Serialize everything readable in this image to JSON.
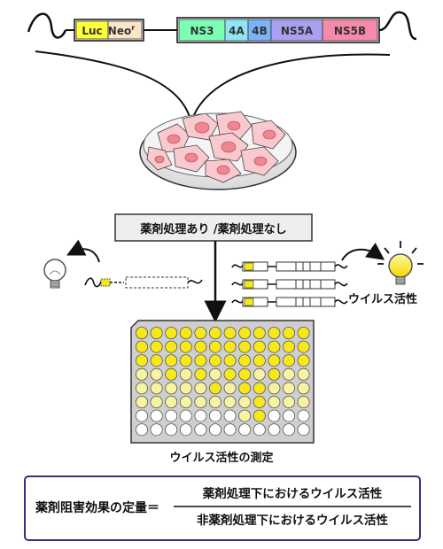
{
  "construct": {
    "segments": [
      {
        "label": "Luc",
        "sup": "",
        "color": "#ffff3a"
      },
      {
        "label": "Neo",
        "sup": "r",
        "color": "#fbe5c8"
      },
      {
        "label": "NS3",
        "sup": "",
        "color": "#7dffb3"
      },
      {
        "label": "4A",
        "sup": "",
        "color": "#8fe6f2"
      },
      {
        "label": "4B",
        "sup": "",
        "color": "#7cb2f7"
      },
      {
        "label": "NS5A",
        "sup": "",
        "color": "#a9a0f0"
      },
      {
        "label": "NS5B",
        "sup": "",
        "color": "#f58aaa"
      }
    ]
  },
  "treatment_label": "薬剤処理あり /薬剤処理なし",
  "virus_activity_label": "ウイルス活性",
  "plate_label": "ウイルス活性の測定",
  "plate": {
    "rows": 8,
    "cols": 12,
    "colors": {
      "yellow": "#f7e81a",
      "pale": "#f8f3a0",
      "white": "#ffffff",
      "plate": "#cfcfcf"
    },
    "wells": [
      "YYYYYYYYYYYY",
      "YYYYYYYYYYYY",
      "YYYYYYYYYYYY",
      "PPYPYPYYPYPP",
      "PPPPPYPYYPPP",
      "PPPPPPPPYPPP",
      "WWWWWWWPYWWW",
      "WWWWWWWWWWWW"
    ]
  },
  "formula": {
    "lhs": "薬剤阻害効果の定量＝",
    "numerator": "薬剤処理下におけるウイルス活性",
    "denominator": "非薬剤処理下におけるウイルス活性"
  }
}
